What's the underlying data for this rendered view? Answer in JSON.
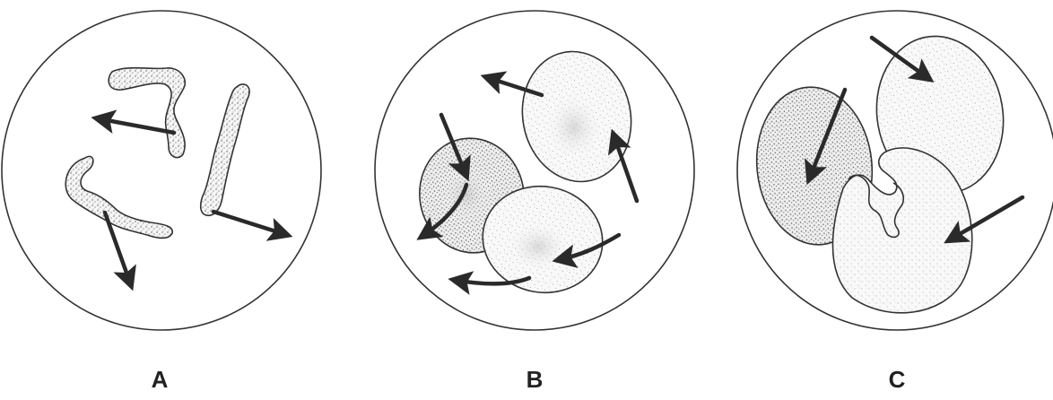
{
  "panels": [
    {
      "id": "A",
      "label": "A"
    },
    {
      "id": "B",
      "label": "B"
    },
    {
      "id": "C",
      "label": "C"
    }
  ],
  "colors": {
    "ink": "#2a2a2a",
    "background": "#ffffff"
  }
}
